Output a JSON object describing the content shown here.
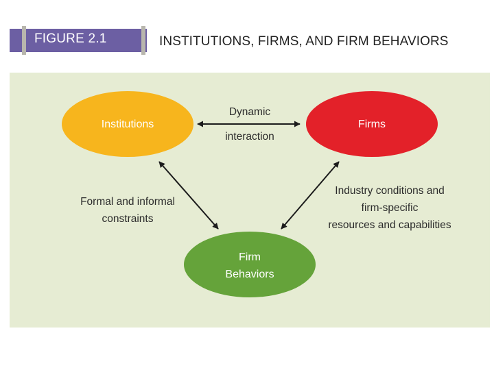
{
  "figure": {
    "label": "FIGURE 2.1",
    "title": "INSTITUTIONS, FIRMS, AND FIRM BEHAVIORS"
  },
  "nodes": {
    "institutions": {
      "label": "Institutions",
      "color": "#f7b51d"
    },
    "firms": {
      "label": "Firms",
      "color": "#e32129"
    },
    "behaviors": {
      "line1": "Firm",
      "line2": "Behaviors",
      "color": "#65a33a"
    }
  },
  "edges": {
    "dynamic": {
      "line1": "Dynamic",
      "line2": "interaction"
    },
    "formal": {
      "line1": "Formal and informal",
      "line2": "constraints"
    },
    "industry": {
      "line1": "Industry conditions and",
      "line2": "firm-specific",
      "line3": "resources and capabilities"
    }
  },
  "colors": {
    "header_box": "#6c5fa3",
    "header_bar": "#b8b6ad",
    "panel": "#e6ecd3",
    "arrow": "#1c1c1c"
  }
}
